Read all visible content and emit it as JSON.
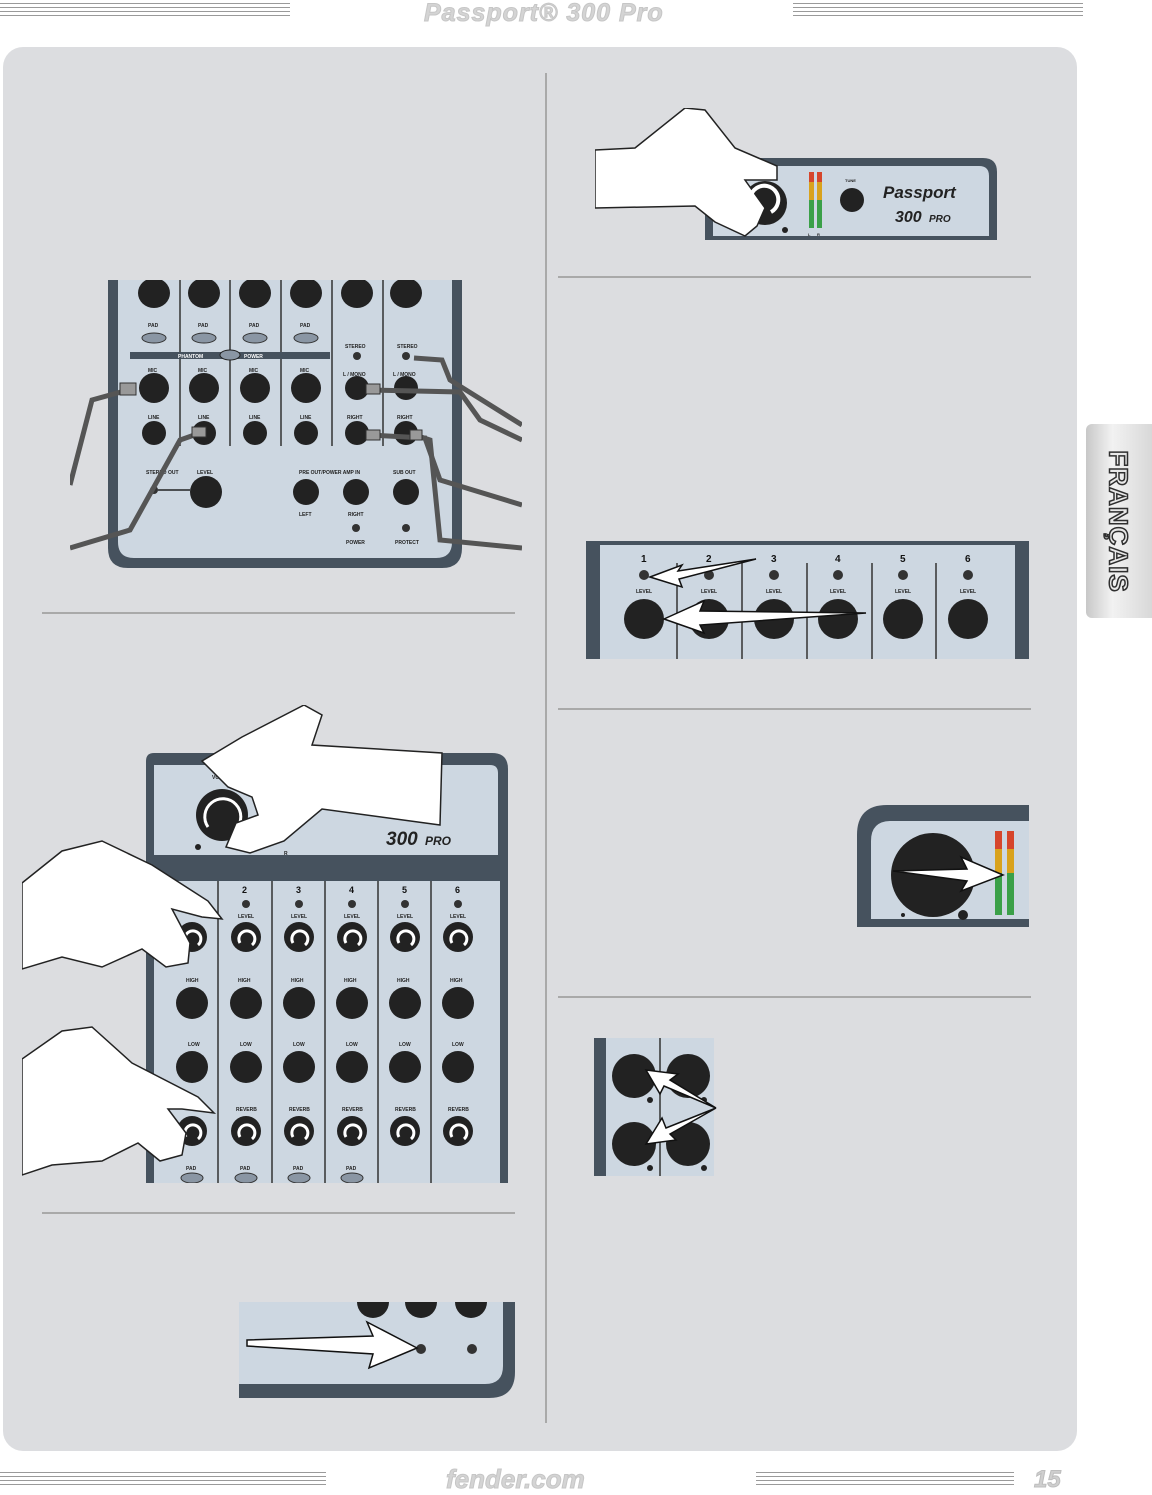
{
  "header": {
    "title": "Passport® 300 Pro"
  },
  "side_tab": {
    "label": "FRANÇAIS"
  },
  "footer": {
    "url": "fender.com",
    "page_number": "15"
  },
  "fig_back_panel": {
    "pad_label": "PAD",
    "phantom_label": "PHANTOM",
    "power_label": "POWER",
    "mic_label": "MIC",
    "line_label": "LINE",
    "stereo_label": "STEREO",
    "l_mono_label": "L / MONO",
    "right_label": "RIGHT",
    "stereo_out_label": "STEREO OUT",
    "level_label": "LEVEL",
    "pre_out_label": "PRE OUT/POWER AMP IN",
    "sub_out_label": "SUB OUT",
    "left_label": "LEFT",
    "protect_label": "PROTECT"
  },
  "fig_master": {
    "brand": "Passport",
    "model": "300",
    "model_suffix": "PRO",
    "tune_label": "TUNE",
    "meter_l": "L",
    "meter_r": "R"
  },
  "fig_channels": {
    "channels": [
      "1",
      "2",
      "3",
      "4",
      "5",
      "6"
    ],
    "level_label": "LEVEL"
  },
  "fig_mixer": {
    "channels": [
      "2",
      "3",
      "4",
      "5",
      "6"
    ],
    "level_label": "LEVEL",
    "high_label": "HIGH",
    "low_label": "LOW",
    "reverb_label": "REVERB",
    "pad_label": "PAD",
    "model": "300",
    "model_suffix": "PRO",
    "volume_label": "VOLUME",
    "meter_r": "R"
  }
}
